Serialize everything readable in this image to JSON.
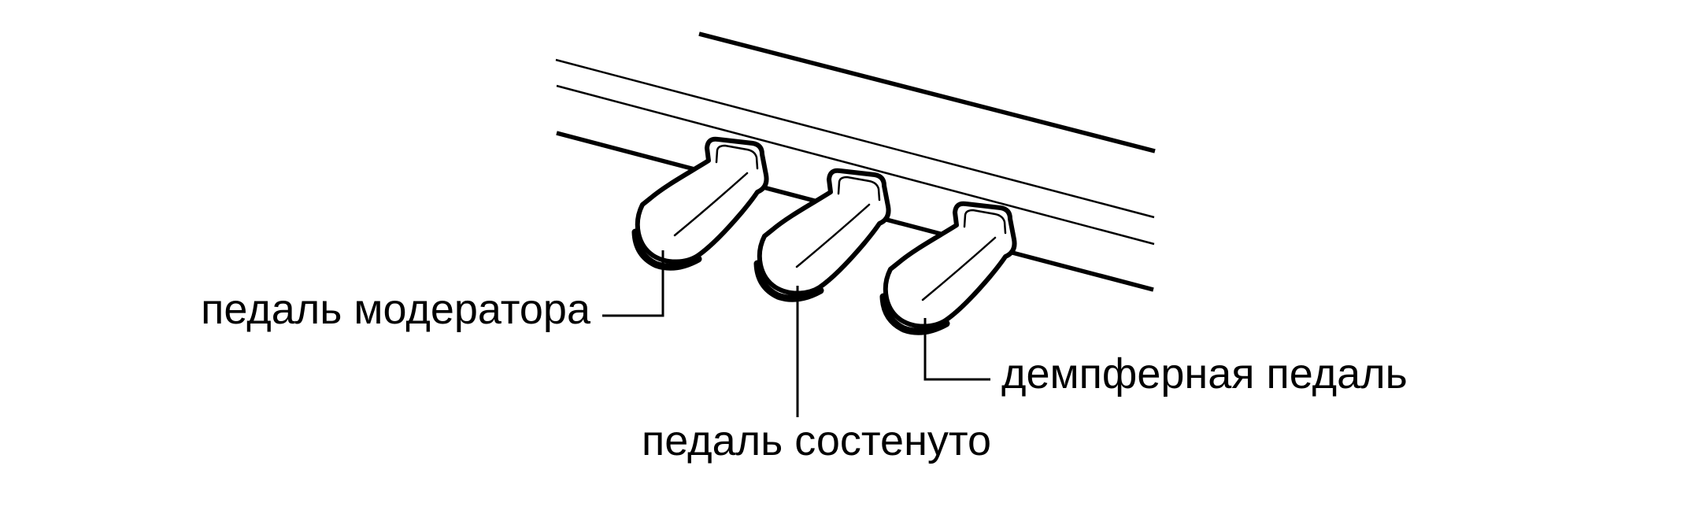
{
  "diagram": {
    "ink_color": "#000000",
    "background_color": "#ffffff",
    "pedals": [
      {
        "id": "moderator",
        "label": "педаль модератора"
      },
      {
        "id": "sostenuto",
        "label": "педаль состенуто"
      },
      {
        "id": "damper",
        "label": "демпферная педаль"
      }
    ]
  }
}
